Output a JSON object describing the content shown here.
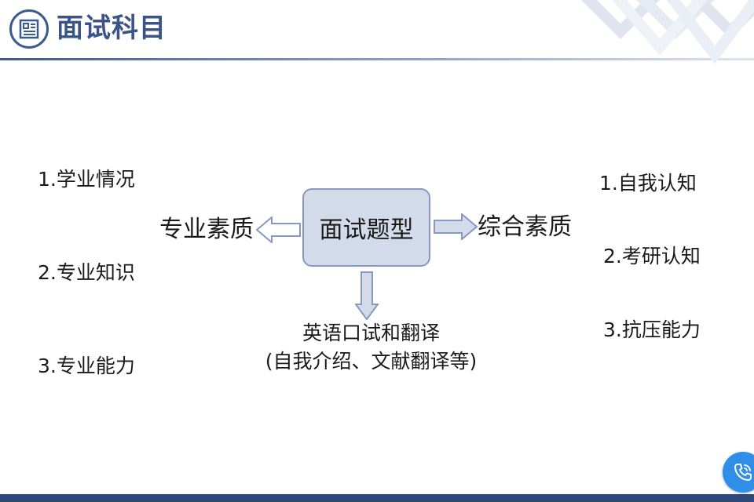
{
  "header": {
    "title": "面试科目",
    "logo_icon": "document-grid-icon"
  },
  "diagram": {
    "center": "面试题型",
    "left_label": "专业素质",
    "right_label": "综合素质",
    "left_items": [
      "1.学业情况",
      "2.专业知识",
      "3.专业能力"
    ],
    "right_items": [
      "1.自我认知",
      "2.考研认知",
      "3.抗压能力"
    ],
    "bottom_line1": "英语口试和翻译",
    "bottom_line2": "(自我介绍、文献翻译等)"
  },
  "controls": {
    "phone_icon": "phone-call-icon"
  },
  "colors": {
    "accent": "#3a5488",
    "box_fill": "#d3daea",
    "box_border": "#8799c0",
    "button": "#2f8ee8"
  }
}
